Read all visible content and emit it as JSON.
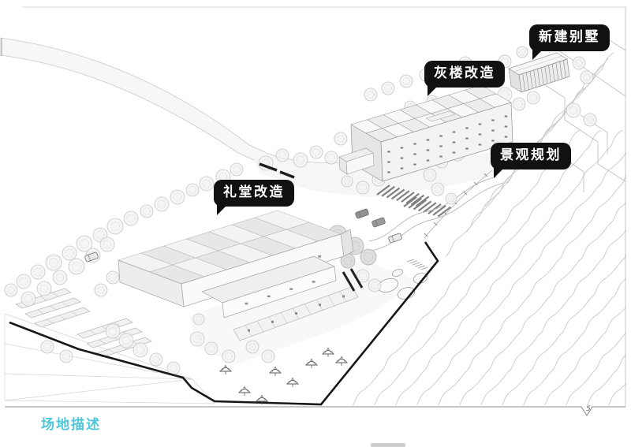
{
  "page": {
    "number": "5",
    "caption": "场地描述"
  },
  "callouts": [
    {
      "id": "new-villa",
      "label": "新建别墅"
    },
    {
      "id": "gray-building-renovation",
      "label": "灰楼改造"
    },
    {
      "id": "landscape-planning",
      "label": "景观规划"
    },
    {
      "id": "auditorium-renovation",
      "label": "礼堂改造"
    }
  ],
  "colors": {
    "accent": "#4ec6d9",
    "callout_bg": "#111111",
    "callout_text": "#ffffff",
    "linework": "#9a9a9a",
    "boundary": "#181818"
  }
}
